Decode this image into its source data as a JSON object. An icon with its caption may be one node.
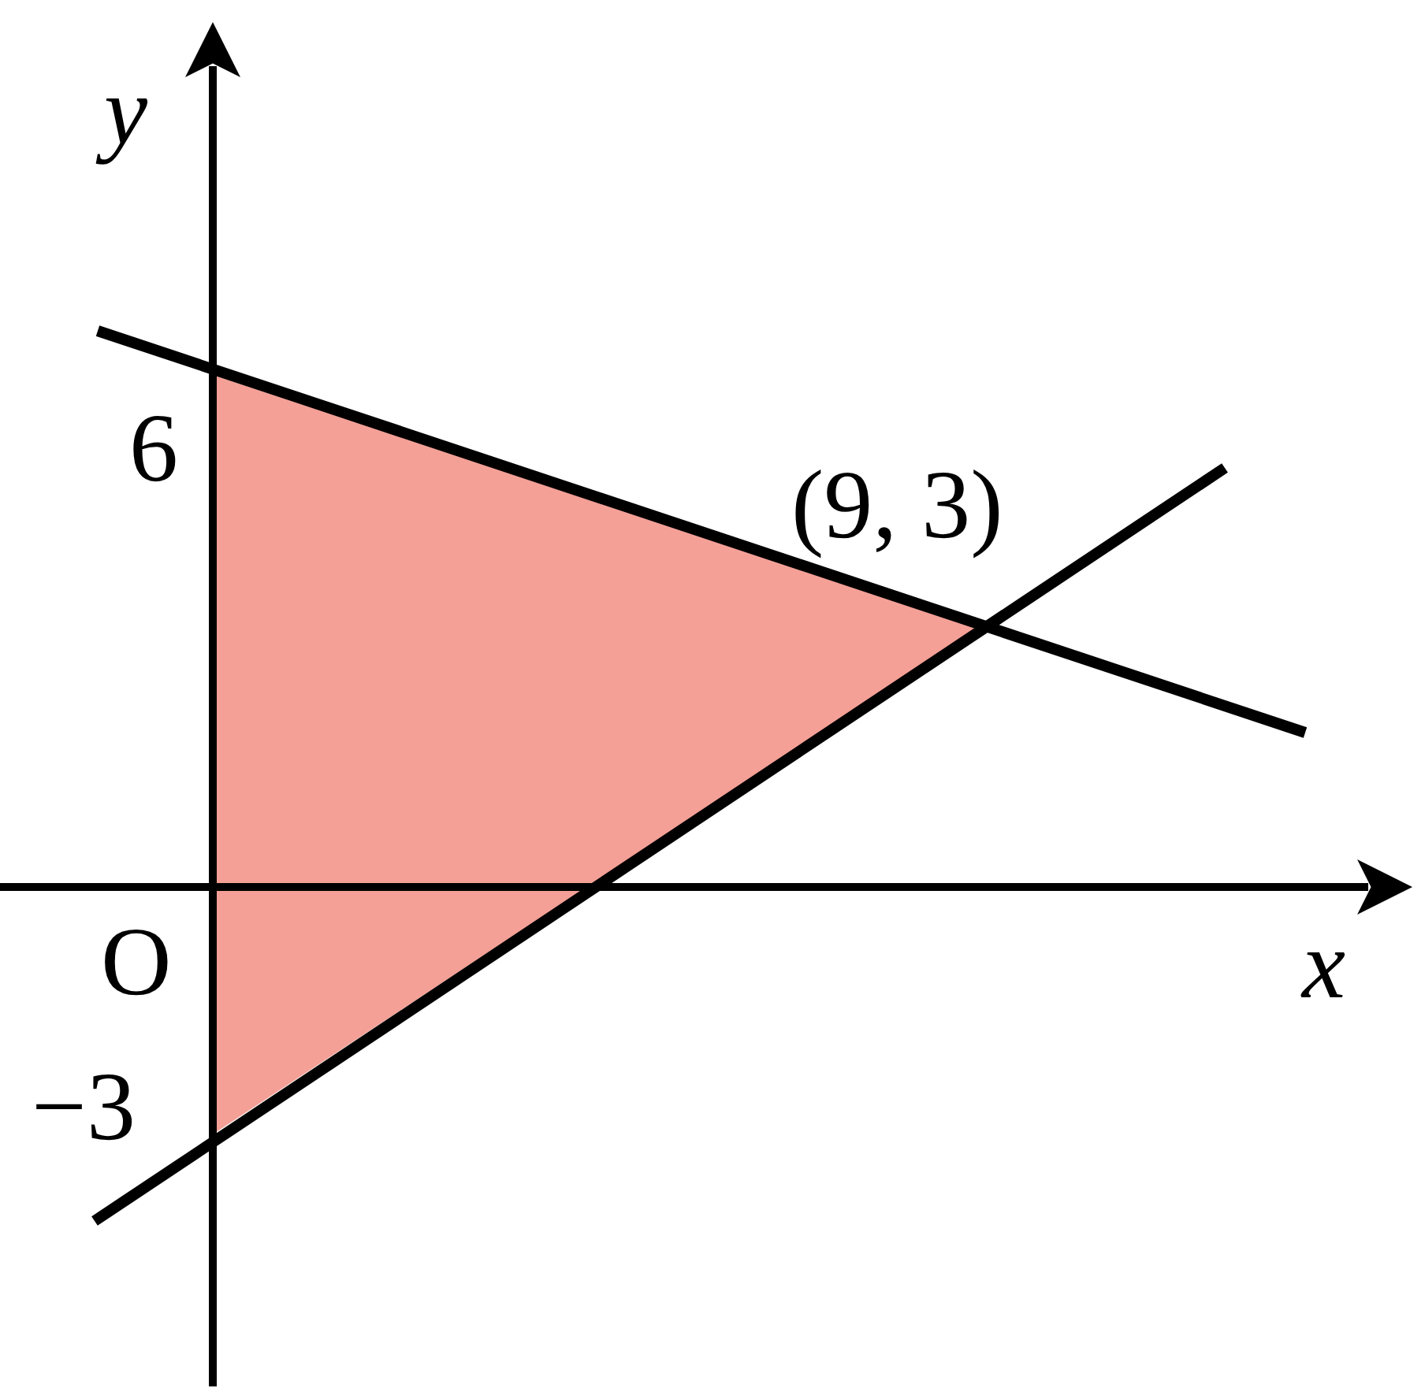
{
  "diagram": {
    "labels": [
      "y",
      "6",
      "(9, 3)",
      "O",
      "x",
      "−3"
    ]
  }
}
